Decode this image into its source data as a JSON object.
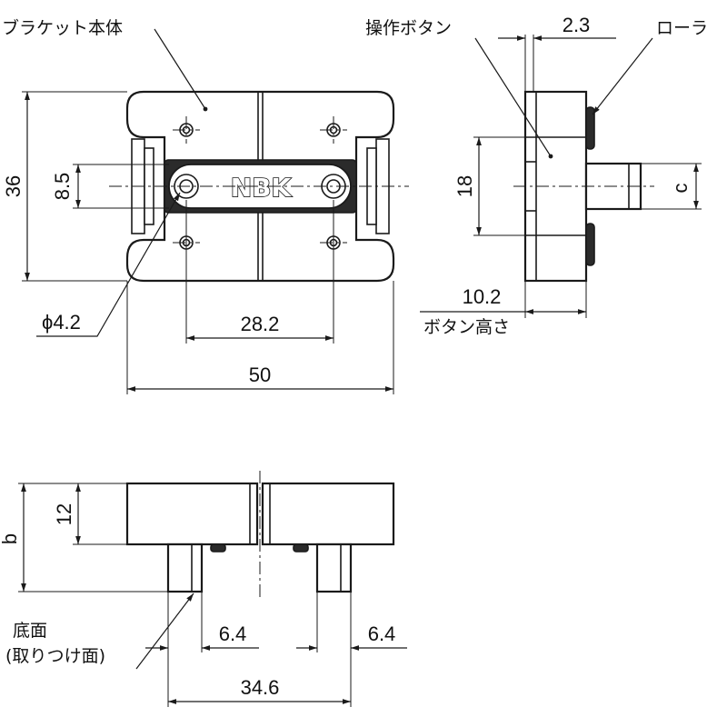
{
  "labels": {
    "bracket_body": "ブラケット本体",
    "operation_button": "操作ボタン",
    "roller": "ローラ",
    "button_height": "ボタン高さ",
    "bottom_face": "底面",
    "mounting_face": "(取りつけ面)",
    "brand": "NBK"
  },
  "dimensions": {
    "height_36": "36",
    "pitch_8_5": "8.5",
    "hole_dia": "ϕ4.2",
    "hole_pitch_28_2": "28.2",
    "width_50": "50",
    "roller_2_3": "2.3",
    "button_18": "18",
    "c": "c",
    "button_height_10_2": "10.2",
    "height_12": "12",
    "b": "b",
    "pin_left_6_4": "6.4",
    "pin_right_6_4": "6.4",
    "pin_pitch_34_6": "34.6"
  }
}
